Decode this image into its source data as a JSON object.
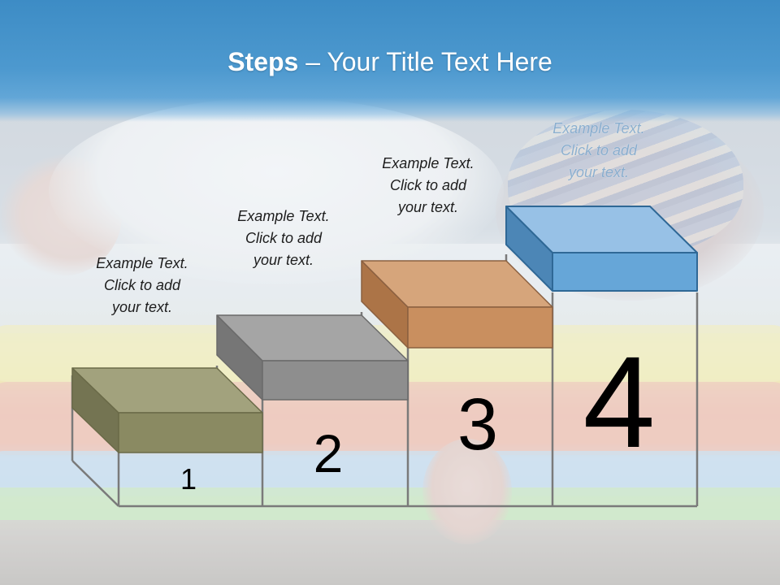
{
  "slide": {
    "title_bold": "Steps",
    "title_rest": " – Your Title Text Here"
  },
  "steps": [
    {
      "number": "1",
      "caption": [
        "Example Text.",
        "Click  to add",
        "your text."
      ],
      "colors": {
        "top": "#a2a27d",
        "front": "#8a8a62",
        "side": "#747452"
      }
    },
    {
      "number": "2",
      "caption": [
        "Example Text.",
        "Click  to add",
        "your text."
      ],
      "colors": {
        "top": "#a5a5a5",
        "front": "#8e8e8e",
        "side": "#767676"
      }
    },
    {
      "number": "3",
      "caption": [
        "Example Text.",
        "Click  to add",
        "your text."
      ],
      "colors": {
        "top": "#d6a57b",
        "front": "#c98f5f",
        "side": "#ac7447"
      }
    },
    {
      "number": "4",
      "caption": [
        "Example Text.",
        "Click  to add",
        "your text."
      ],
      "colors": {
        "top": "#97c1e6",
        "front": "#66a6d8",
        "side": "#4c86b6"
      }
    }
  ],
  "outline_color": "#7a7a7a",
  "title_bar_color": "#4d99cf"
}
